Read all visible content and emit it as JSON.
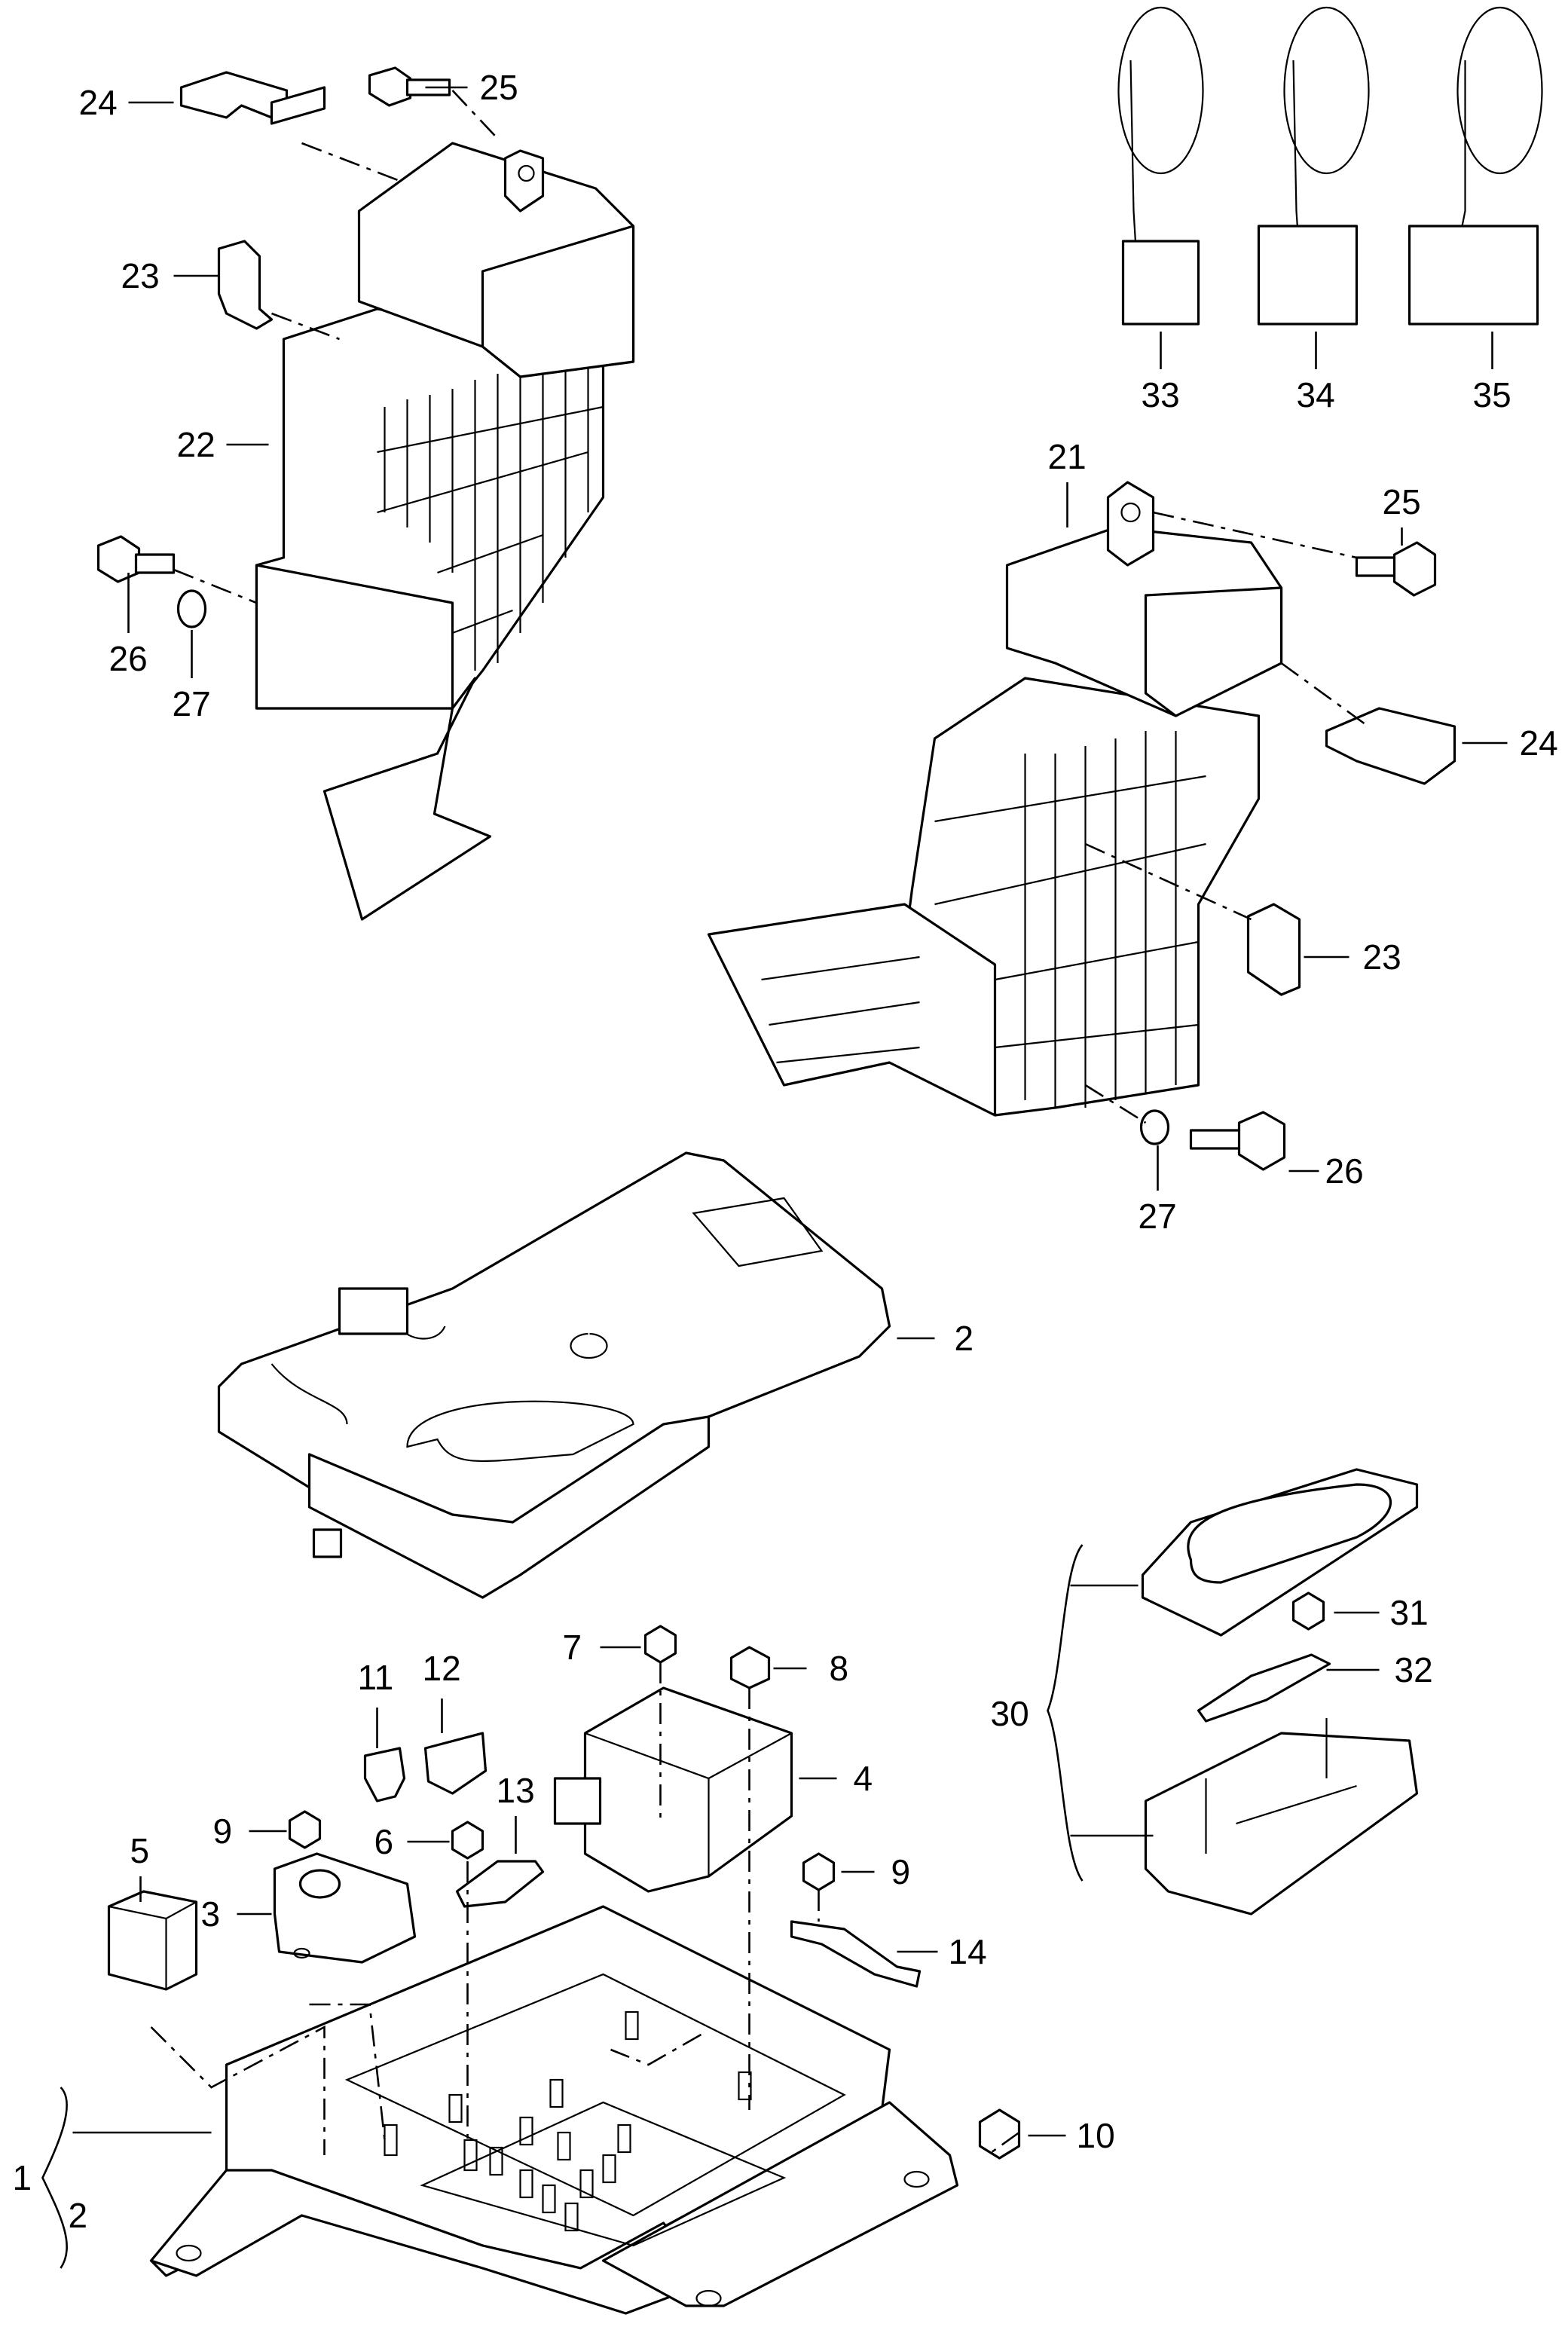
{
  "diagram": {
    "title": "Fuse and relay carrier exploded parts diagram",
    "callouts": [
      "24",
      "25",
      "23",
      "22",
      "26",
      "27",
      "33",
      "34",
      "35",
      "21",
      "25",
      "24",
      "23",
      "26",
      "27",
      "2",
      "7",
      "8",
      "11",
      "12",
      "31",
      "32",
      "30",
      "4",
      "13",
      "9",
      "6",
      "5",
      "3",
      "9",
      "14",
      "10",
      "1",
      "2"
    ]
  }
}
